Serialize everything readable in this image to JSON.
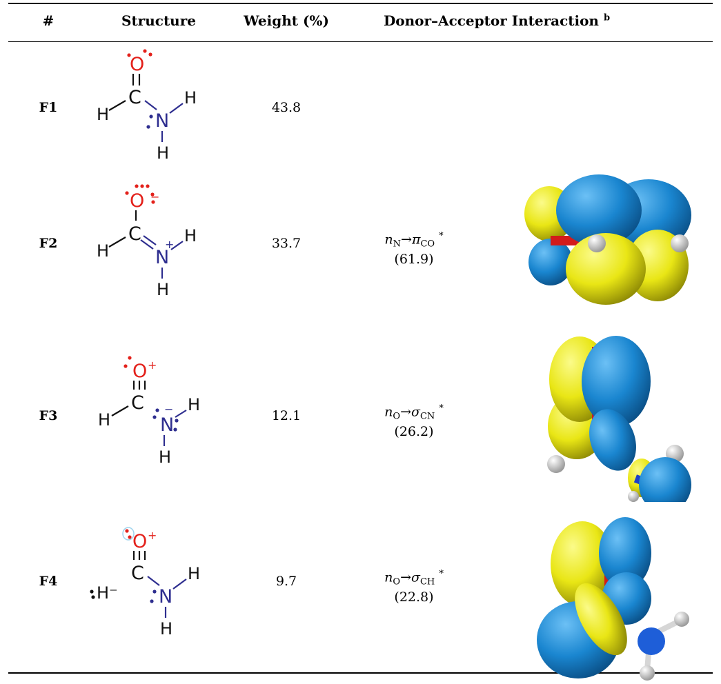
{
  "header": {
    "col_num": "#",
    "col_structure": "Structure",
    "col_weight": "Weight (%)",
    "col_interaction": "Donor–Acceptor Interaction",
    "col_interaction_sup": "b"
  },
  "rows": [
    {
      "id": "F1",
      "weight": "43.8"
    },
    {
      "id": "F2",
      "weight": "33.7",
      "donor": "n",
      "donor_sub": "N",
      "arrow": "→",
      "acceptor": "π",
      "acceptor_sub": "CO",
      "star": "*",
      "energy": "(61.9)"
    },
    {
      "id": "F3",
      "weight": "12.1",
      "donor": "n",
      "donor_sub": "O",
      "arrow": "→",
      "acceptor": "σ",
      "acceptor_sub": "CN",
      "star": "*",
      "energy": "(26.2)"
    },
    {
      "id": "F4",
      "weight": "9.7",
      "donor": "n",
      "donor_sub": "O",
      "arrow": "→",
      "acceptor": "σ",
      "acceptor_sub": "CH",
      "star": "*",
      "energy": "(22.8)"
    }
  ],
  "atoms": {
    "O": "O",
    "C": "C",
    "N": "N",
    "H": "H",
    "plus": "+",
    "minus": "−",
    "hminus": "H⁻"
  },
  "colors": {
    "oxygen": "#e3211b",
    "nitrogen": "#2e2e8f",
    "carbon": "#111111",
    "lobe_blue": "#1a86d0",
    "lobe_yellow": "#e9e615"
  }
}
